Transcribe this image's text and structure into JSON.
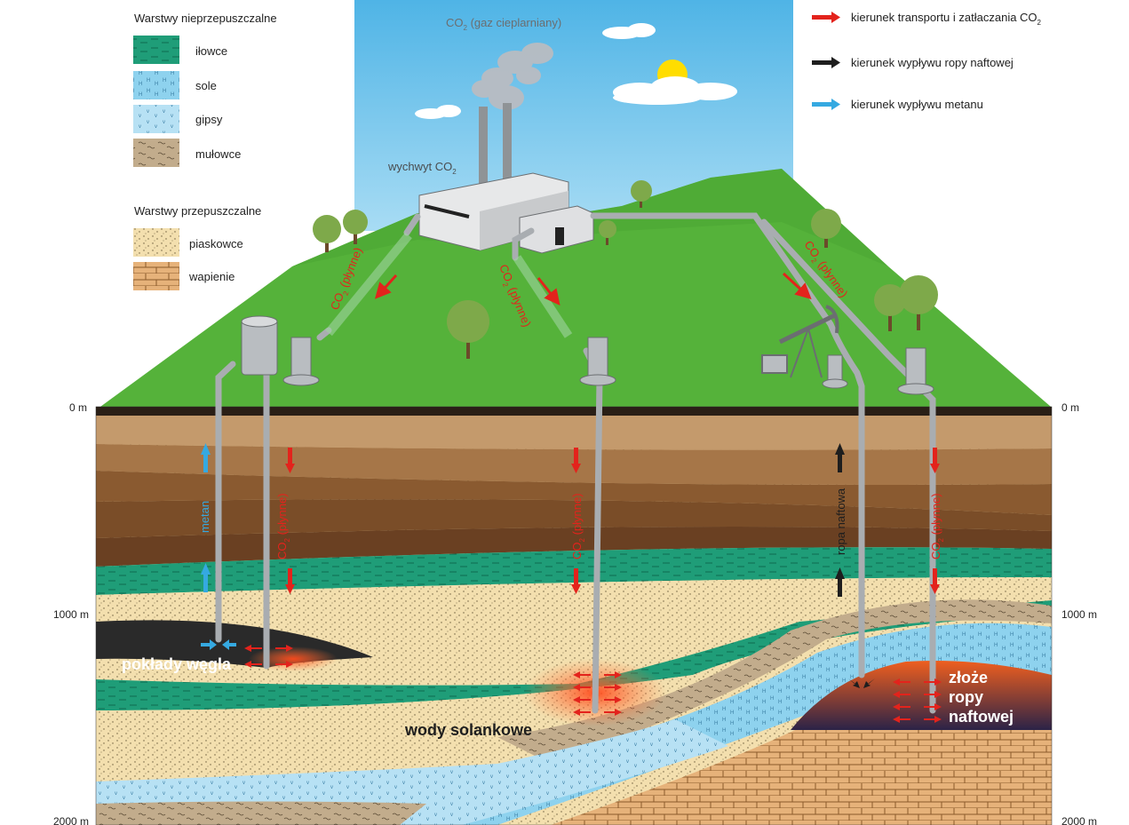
{
  "title": "",
  "legend_impermeable": {
    "title": "Warstwy nieprzepuszczalne",
    "items": [
      "iłowce",
      "sole",
      "gipsy",
      "mułowce"
    ]
  },
  "legend_permeable": {
    "title": "Warstwy przepuszczalne",
    "items": [
      "piaskowce",
      "wapienie"
    ]
  },
  "arrow_legend": {
    "red": "kierunek  transportu i zatłaczania CO",
    "red_sub": "2",
    "black": "kierunek  wypływu ropy naftowej",
    "blue": "kierunek  wypływu metanu"
  },
  "sky": {
    "co2_main": "CO",
    "co2_sub": "2",
    "co2_rest": " (gaz cieplarniany)",
    "capture_main": "wychwyt CO",
    "capture_sub": "2"
  },
  "pipe_labels": {
    "co2_a": "CO",
    "co2_sub": "2",
    "co2_b": " (płynne)",
    "metan": "metan",
    "ropa": "ropa  naftowa"
  },
  "depths": {
    "d0_left": "0 m",
    "d0_right": "0 m",
    "d1000_left": "1000 m",
    "d1000_right": "1000 m",
    "d2000_left": "2000 m",
    "d2000_right": "2000 m"
  },
  "formations": {
    "coal": "pokłady węgla",
    "brine": "wody solankowe",
    "oil_1": "złoże",
    "oil_2": "ropy",
    "oil_3": "naftowej"
  },
  "colors": {
    "sky": "#7cc9ee",
    "grass": "#55b23a",
    "clay": "#1f9d78",
    "salt": "#8ed2ee",
    "gypsum": "#b7e1f4",
    "mudstone": "#c2ac8c",
    "sandstone": "#f3dfae",
    "limestone": "#e6b27a",
    "red_arrow": "#e3231c",
    "blue_arrow": "#35a9e1",
    "black_arrow": "#1e1e1e"
  }
}
